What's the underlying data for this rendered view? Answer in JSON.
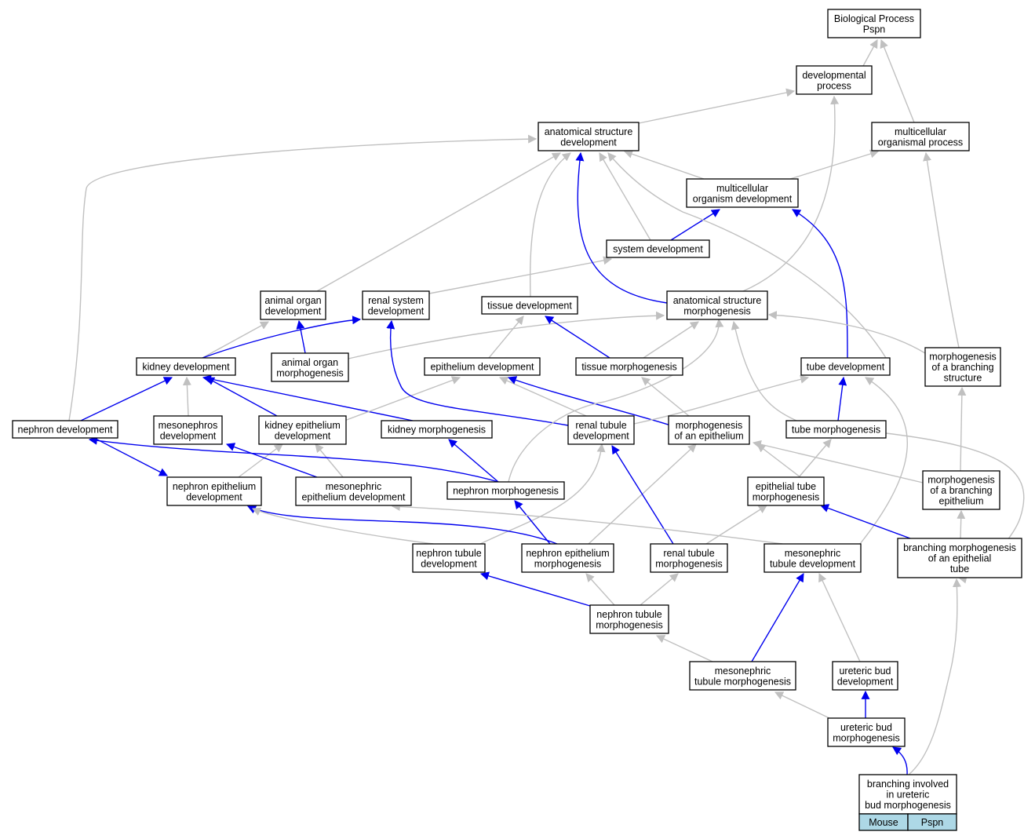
{
  "colors": {
    "is_a_edge": "#c0c0c0",
    "part_of_edge": "#0000ee",
    "cell_fill": "#add8e6"
  },
  "nodes": [
    {
      "id": "bp",
      "lines": [
        "Biological Process",
        "Pspn"
      ]
    },
    {
      "id": "dev",
      "lines": [
        "developmental",
        "process"
      ]
    },
    {
      "id": "asd",
      "lines": [
        "anatomical structure",
        "development"
      ]
    },
    {
      "id": "mop",
      "lines": [
        "multicellular",
        "organismal process"
      ]
    },
    {
      "id": "mod",
      "lines": [
        "multicellular",
        "organism development"
      ]
    },
    {
      "id": "sysdev",
      "lines": [
        "system development"
      ]
    },
    {
      "id": "aod",
      "lines": [
        "animal organ",
        "development"
      ]
    },
    {
      "id": "rsd",
      "lines": [
        "renal system",
        "development"
      ]
    },
    {
      "id": "tisdev",
      "lines": [
        "tissue development"
      ]
    },
    {
      "id": "asm",
      "lines": [
        "anatomical structure",
        "morphogenesis"
      ]
    },
    {
      "id": "kd",
      "lines": [
        "kidney development"
      ]
    },
    {
      "id": "aom",
      "lines": [
        "animal organ",
        "morphogenesis"
      ]
    },
    {
      "id": "epd",
      "lines": [
        "epithelium development"
      ]
    },
    {
      "id": "tism",
      "lines": [
        "tissue morphogenesis"
      ]
    },
    {
      "id": "tubed",
      "lines": [
        "tube development"
      ]
    },
    {
      "id": "mbs",
      "lines": [
        "morphogenesis",
        "of a branching",
        "structure"
      ]
    },
    {
      "id": "nd",
      "lines": [
        "nephron development"
      ]
    },
    {
      "id": "mesod",
      "lines": [
        "mesonephros",
        "development"
      ]
    },
    {
      "id": "ked",
      "lines": [
        "kidney epithelium",
        "development"
      ]
    },
    {
      "id": "km",
      "lines": [
        "kidney morphogenesis"
      ]
    },
    {
      "id": "rtd",
      "lines": [
        "renal tubule",
        "development"
      ]
    },
    {
      "id": "moe",
      "lines": [
        "morphogenesis",
        "of an epithelium"
      ]
    },
    {
      "id": "tubem",
      "lines": [
        "tube morphogenesis"
      ]
    },
    {
      "id": "ned",
      "lines": [
        "nephron epithelium",
        "development"
      ]
    },
    {
      "id": "mesed",
      "lines": [
        "mesonephric",
        "epithelium development"
      ]
    },
    {
      "id": "nm",
      "lines": [
        "nephron morphogenesis"
      ]
    },
    {
      "id": "etm",
      "lines": [
        "epithelial tube",
        "morphogenesis"
      ]
    },
    {
      "id": "mbe",
      "lines": [
        "morphogenesis",
        "of a branching",
        "epithelium"
      ]
    },
    {
      "id": "ntd",
      "lines": [
        "nephron tubule",
        "development"
      ]
    },
    {
      "id": "nem",
      "lines": [
        "nephron epithelium",
        "morphogenesis"
      ]
    },
    {
      "id": "rtm",
      "lines": [
        "renal tubule",
        "morphogenesis"
      ]
    },
    {
      "id": "mtd",
      "lines": [
        "mesonephric",
        "tubule development"
      ]
    },
    {
      "id": "bmet",
      "lines": [
        "branching morphogenesis",
        "of an epithelial",
        "tube"
      ]
    },
    {
      "id": "ntm",
      "lines": [
        "nephron tubule",
        "morphogenesis"
      ]
    },
    {
      "id": "mtm",
      "lines": [
        "mesonephric",
        "tubule morphogenesis"
      ]
    },
    {
      "id": "ubd",
      "lines": [
        "ureteric bud",
        "development"
      ]
    },
    {
      "id": "ubm",
      "lines": [
        "ureteric bud",
        "morphogenesis"
      ]
    },
    {
      "id": "bib",
      "lines": [
        "branching involved",
        "in ureteric",
        "bud morphogenesis"
      ]
    }
  ],
  "term_cells": [
    "Mouse",
    "Pspn"
  ]
}
